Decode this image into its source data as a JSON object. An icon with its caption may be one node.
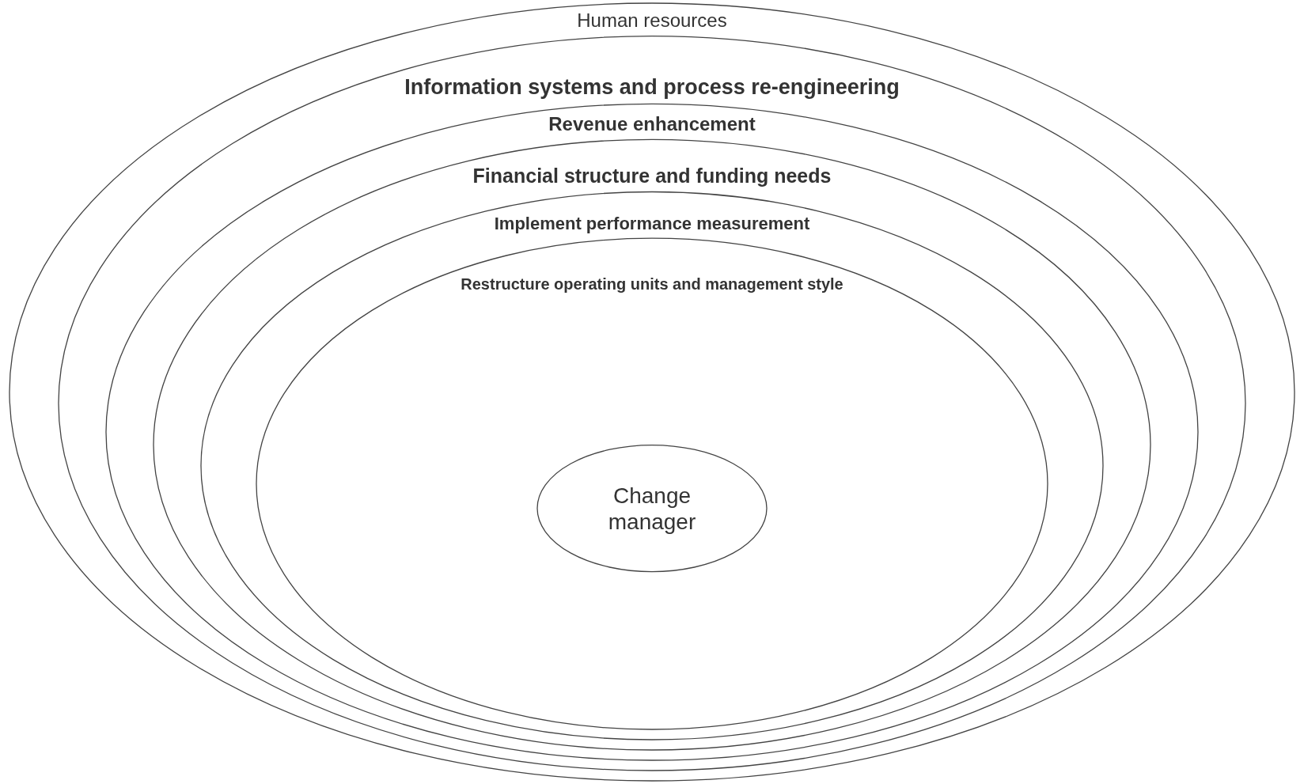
{
  "diagram": {
    "nodes": [
      {
        "text": [
          "Human resources"
        ]
      },
      {
        "text": [
          "Information systems and process re-engineering"
        ],
        "in": 0
      },
      {
        "text": [
          "Revenue enhancement"
        ],
        "in": 1
      },
      {
        "text": [
          "Financial structure and funding needs"
        ],
        "in": 2
      },
      {
        "text": [
          "Implement performance measurement"
        ],
        "in": 3
      },
      {
        "text": [
          "Restructure operating units and management style"
        ],
        "in": 4
      },
      {
        "text": [
          "Change manager"
        ],
        "in": 5
      }
    ]
  }
}
